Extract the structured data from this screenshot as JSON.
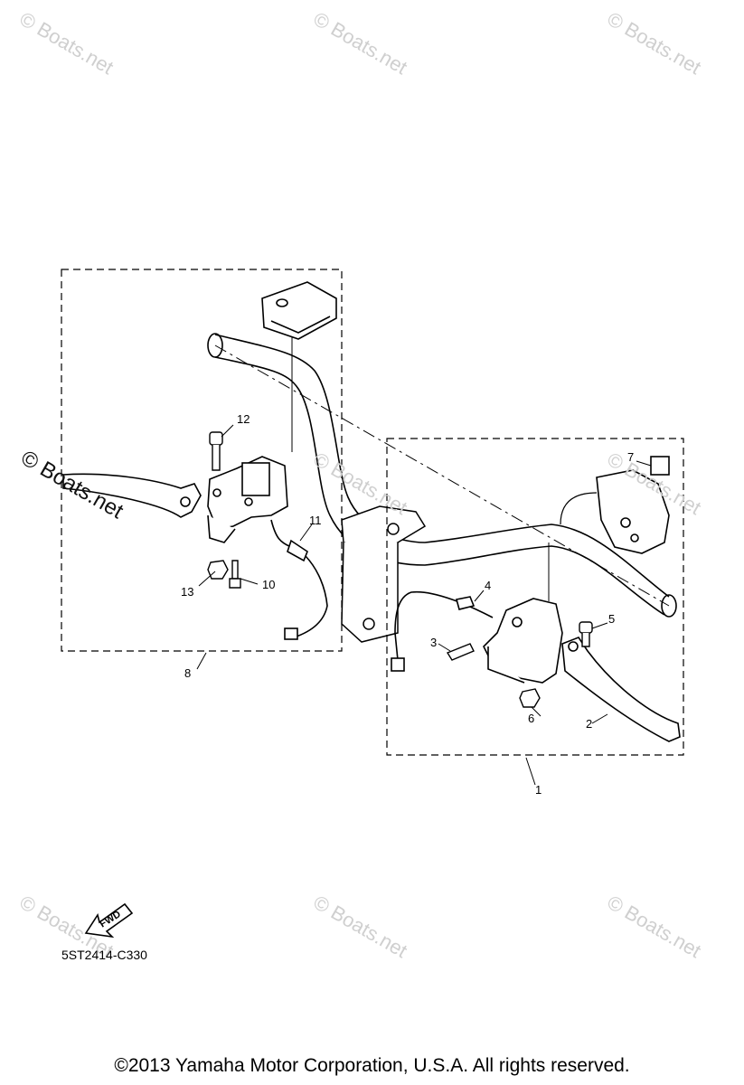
{
  "watermarks": {
    "text": "© Boats.net"
  },
  "callouts": {
    "c1": "1",
    "c2": "2",
    "c3": "3",
    "c4": "4",
    "c5": "5",
    "c6": "6",
    "c7": "7",
    "c8": "8",
    "c10": "10",
    "c11": "11",
    "c12": "12",
    "c13": "13"
  },
  "fwd_label": "FWD",
  "drawing_code": "5ST2414-C330",
  "copyright": "©2013 Yamaha Motor Corporation, U.S.A. All rights reserved.",
  "colors": {
    "line": "#000000",
    "watermark": "#cfcfcf"
  }
}
